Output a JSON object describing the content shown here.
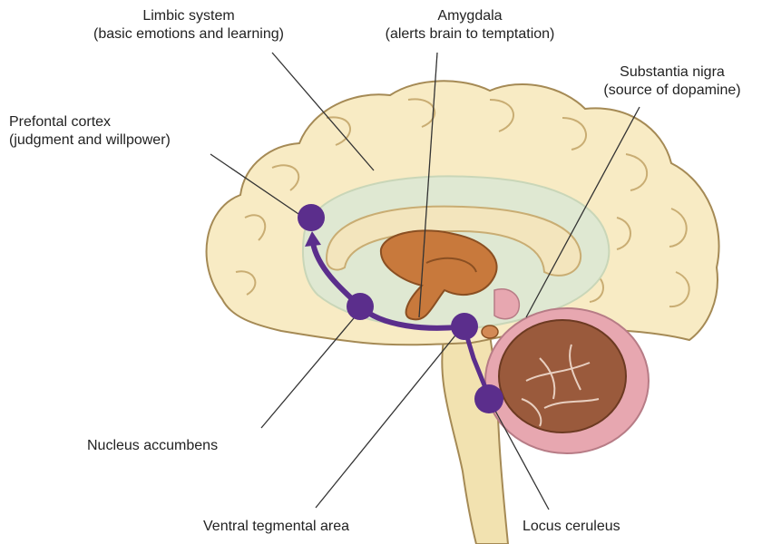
{
  "labels": {
    "limbic": {
      "name": "Limbic system",
      "desc": "(basic emotions and learning)"
    },
    "amygdala": {
      "name": "Amygdala",
      "desc": "(alerts brain to temptation)"
    },
    "substantia": {
      "name": "Substantia nigra",
      "desc": "(source of dopamine)"
    },
    "prefrontal": {
      "name": "Prefontal cortex",
      "desc": "(judgment and willpower)"
    },
    "accumbens": {
      "name": "Nucleus accumbens"
    },
    "vta": {
      "name": "Ventral tegmental area"
    },
    "locus": {
      "name": "Locus ceruleus"
    }
  },
  "colors": {
    "cortex": "#f8ebc4",
    "limbic_band": "#dfe8d2",
    "caudate": "#c8793c",
    "cerebellum": "#9a5a3c",
    "cerebellum_rim": "#e7a7b0",
    "brainstem": "#f2e2b0",
    "pathway": "#5b2e8c",
    "outline": "#a58a55"
  }
}
